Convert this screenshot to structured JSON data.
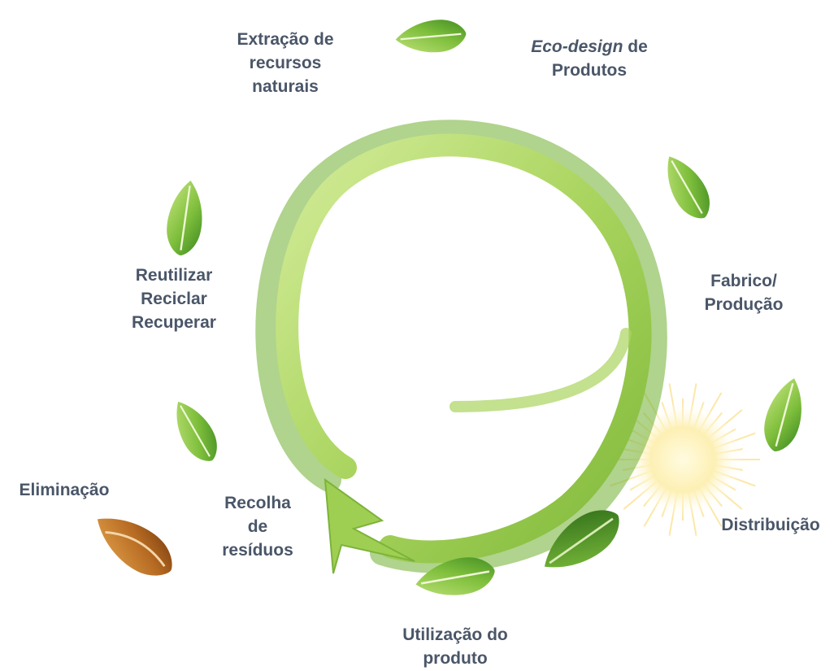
{
  "stages": {
    "extraction": [
      "Extração de",
      "recursos",
      "naturais"
    ],
    "ecodesign": {
      "italic": "Eco-design",
      "rest": " de",
      "line2": "Produtos"
    },
    "manufacturing": [
      "Fabrico/",
      "Produção"
    ],
    "distribution": [
      "Distribuição"
    ],
    "usage": [
      "Utilização do",
      "produto"
    ],
    "collection": [
      "Recolha",
      "de",
      "resíduos"
    ],
    "elimination": [
      "Eliminação"
    ],
    "reuse": [
      "Reutilizar",
      "Reciclar",
      "Recuperar"
    ]
  },
  "colors": {
    "text": "#4a5668",
    "ring_light": "#bfe07a",
    "ring_mid": "#8cc043",
    "ring_dark": "#5a9a2a",
    "leaf_light": "#a8d25a",
    "leaf_dark": "#3e8a22",
    "leaf_brown_light": "#d6933e",
    "leaf_brown_dark": "#7a3f10",
    "sun": "#fce9a0"
  }
}
